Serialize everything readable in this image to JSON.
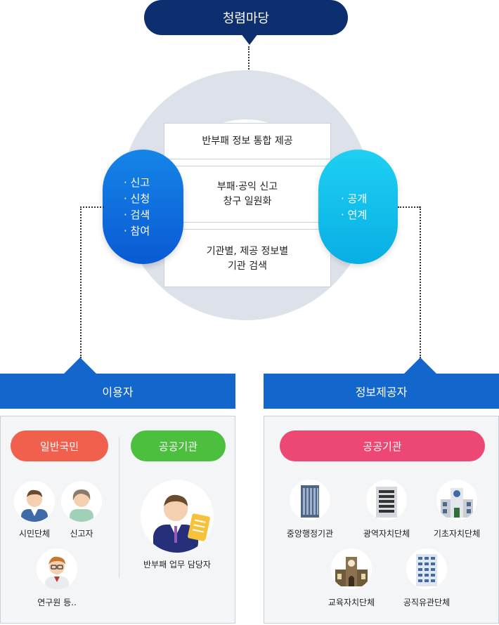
{
  "title": "청렴마당",
  "center": {
    "rows": [
      "반부패 정보 통합 제공",
      "부패·공익 신고\n창구 일원화",
      "기관별, 제공 정보별\n기관 검색"
    ]
  },
  "left_pill": {
    "items": [
      "· 신고",
      "· 신청",
      "· 검색",
      "· 참여"
    ]
  },
  "right_pill": {
    "items": [
      "· 공개",
      "· 연계"
    ]
  },
  "users": {
    "header": "이용자",
    "general_public": {
      "label": "일반국민",
      "items": [
        "시민단체",
        "신고자",
        "연구원 등.."
      ]
    },
    "public_agency": {
      "label": "공공기관",
      "items": [
        "반부패 업무 담당자"
      ]
    }
  },
  "providers": {
    "header": "정보제공자",
    "public_agency": {
      "label": "공공기관",
      "items": [
        "중앙행정기관",
        "광역자치단체",
        "기초자치단체",
        "교육자치단체",
        "공직유관단체"
      ]
    }
  },
  "colors": {
    "title_bg": "#0d2f6f",
    "section_header": "#1266cc",
    "general_public_pill": "#f0604d",
    "public_agency_pill": "#4dbf3f",
    "provider_pill": "#ec4873",
    "left_pill": "#0a6fe0",
    "right_pill": "#12c2ee",
    "ring": "#dde1ea"
  },
  "icons": {
    "civic_group": "man-avatar-icon",
    "reporter": "woman-avatar-icon",
    "researcher": "researcher-avatar-icon",
    "officer": "officer-avatar-icon",
    "central": "office-tower-icon",
    "metro": "building-icon",
    "local": "town-hall-icon",
    "education": "clock-tower-icon",
    "public_corp": "tall-building-icon"
  }
}
